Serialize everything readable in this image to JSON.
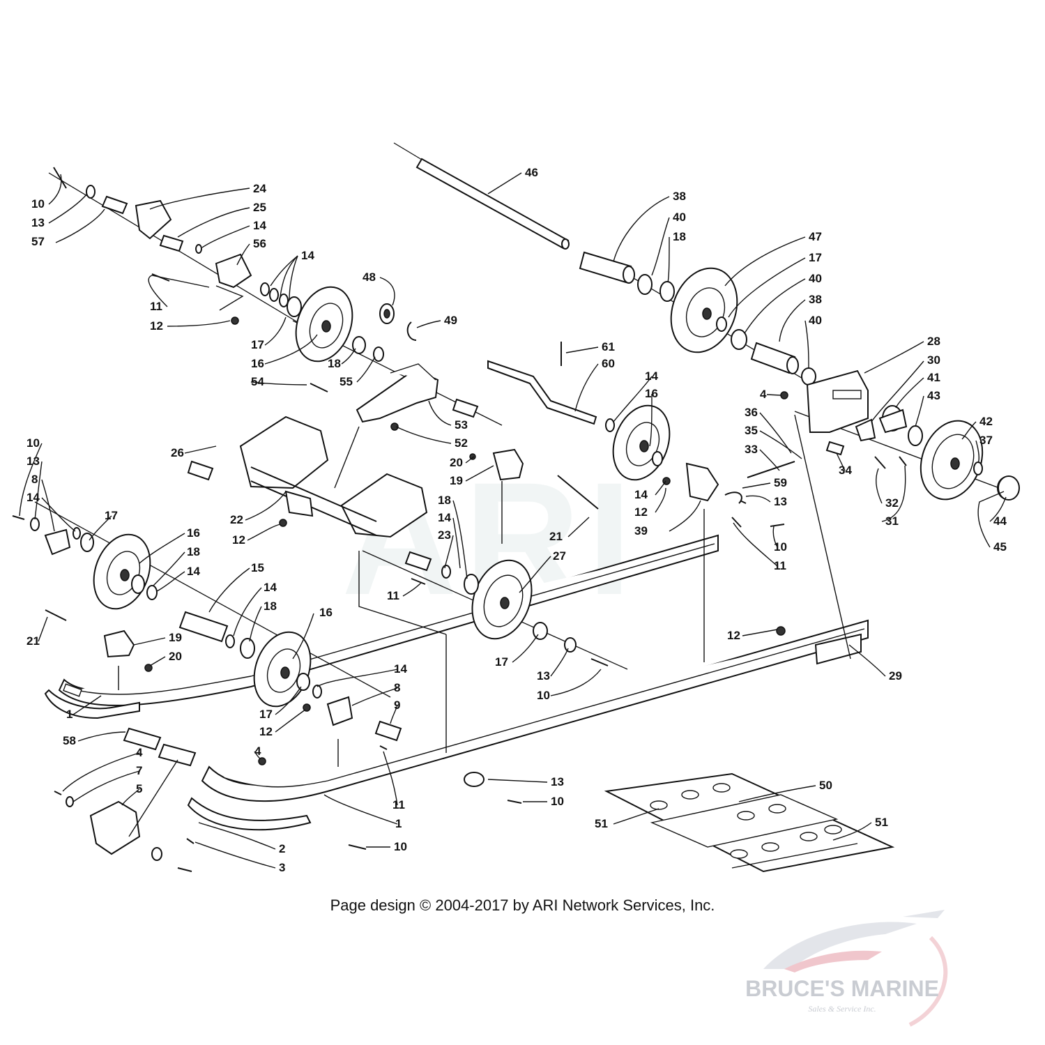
{
  "callouts": [
    {
      "id": "c1",
      "label": "10"
    },
    {
      "id": "c2",
      "label": "13"
    },
    {
      "id": "c3",
      "label": "57"
    },
    {
      "id": "c4",
      "label": "24"
    },
    {
      "id": "c5",
      "label": "25"
    },
    {
      "id": "c6",
      "label": "14"
    },
    {
      "id": "c7",
      "label": "56"
    },
    {
      "id": "c8",
      "label": "14"
    },
    {
      "id": "c9",
      "label": "11"
    },
    {
      "id": "c10",
      "label": "12"
    },
    {
      "id": "c11",
      "label": "17"
    },
    {
      "id": "c12",
      "label": "16"
    },
    {
      "id": "c13",
      "label": "48"
    },
    {
      "id": "c14",
      "label": "49"
    },
    {
      "id": "c15",
      "label": "18"
    },
    {
      "id": "c16",
      "label": "55"
    },
    {
      "id": "c17",
      "label": "54"
    },
    {
      "id": "c18",
      "label": "53"
    },
    {
      "id": "c19",
      "label": "52"
    },
    {
      "id": "c20",
      "label": "46"
    },
    {
      "id": "c21",
      "label": "38"
    },
    {
      "id": "c22",
      "label": "40"
    },
    {
      "id": "c23",
      "label": "18"
    },
    {
      "id": "c24",
      "label": "47"
    },
    {
      "id": "c25",
      "label": "17"
    },
    {
      "id": "c26",
      "label": "40"
    },
    {
      "id": "c27",
      "label": "38"
    },
    {
      "id": "c28",
      "label": "40"
    },
    {
      "id": "c29",
      "label": "28"
    },
    {
      "id": "c30",
      "label": "30"
    },
    {
      "id": "c31",
      "label": "41"
    },
    {
      "id": "c32",
      "label": "43"
    },
    {
      "id": "c33",
      "label": "42"
    },
    {
      "id": "c34",
      "label": "37"
    },
    {
      "id": "c35",
      "label": "44"
    },
    {
      "id": "c36",
      "label": "45"
    },
    {
      "id": "c37",
      "label": "4"
    },
    {
      "id": "c38",
      "label": "36"
    },
    {
      "id": "c39",
      "label": "35"
    },
    {
      "id": "c40",
      "label": "33"
    },
    {
      "id": "c41",
      "label": "34"
    },
    {
      "id": "c42",
      "label": "32"
    },
    {
      "id": "c43",
      "label": "31"
    },
    {
      "id": "c44",
      "label": "61"
    },
    {
      "id": "c45",
      "label": "60"
    },
    {
      "id": "c46",
      "label": "14"
    },
    {
      "id": "c47",
      "label": "16"
    },
    {
      "id": "c48",
      "label": "59"
    },
    {
      "id": "c49",
      "label": "13"
    },
    {
      "id": "c50",
      "label": "14"
    },
    {
      "id": "c51",
      "label": "12"
    },
    {
      "id": "c52",
      "label": "39"
    },
    {
      "id": "c53",
      "label": "10"
    },
    {
      "id": "c54",
      "label": "11"
    },
    {
      "id": "c55",
      "label": "26"
    },
    {
      "id": "c56",
      "label": "20"
    },
    {
      "id": "c57",
      "label": "19"
    },
    {
      "id": "c58",
      "label": "22"
    },
    {
      "id": "c59",
      "label": "12"
    },
    {
      "id": "c60",
      "label": "18"
    },
    {
      "id": "c61",
      "label": "14"
    },
    {
      "id": "c62",
      "label": "23"
    },
    {
      "id": "c63",
      "label": "21"
    },
    {
      "id": "c64",
      "label": "27"
    },
    {
      "id": "c65",
      "label": "11"
    },
    {
      "id": "c66",
      "label": "10"
    },
    {
      "id": "c67",
      "label": "13"
    },
    {
      "id": "c68",
      "label": "8"
    },
    {
      "id": "c69",
      "label": "14"
    },
    {
      "id": "c70",
      "label": "17"
    },
    {
      "id": "c71",
      "label": "16"
    },
    {
      "id": "c72",
      "label": "18"
    },
    {
      "id": "c73",
      "label": "14"
    },
    {
      "id": "c74",
      "label": "15"
    },
    {
      "id": "c75",
      "label": "14"
    },
    {
      "id": "c76",
      "label": "18"
    },
    {
      "id": "c77",
      "label": "16"
    },
    {
      "id": "c78",
      "label": "21"
    },
    {
      "id": "c79",
      "label": "19"
    },
    {
      "id": "c80",
      "label": "20"
    },
    {
      "id": "c81",
      "label": "17"
    },
    {
      "id": "c82",
      "label": "13"
    },
    {
      "id": "c83",
      "label": "10"
    },
    {
      "id": "c84",
      "label": "12"
    },
    {
      "id": "c85",
      "label": "29"
    },
    {
      "id": "c86",
      "label": "1"
    },
    {
      "id": "c87",
      "label": "58"
    },
    {
      "id": "c88",
      "label": "17"
    },
    {
      "id": "c89",
      "label": "12"
    },
    {
      "id": "c90",
      "label": "14"
    },
    {
      "id": "c91",
      "label": "8"
    },
    {
      "id": "c92",
      "label": "9"
    },
    {
      "id": "c93",
      "label": "4"
    },
    {
      "id": "c94",
      "label": "4"
    },
    {
      "id": "c95",
      "label": "7"
    },
    {
      "id": "c96",
      "label": "5"
    },
    {
      "id": "c97",
      "label": "11"
    },
    {
      "id": "c98",
      "label": "13"
    },
    {
      "id": "c99",
      "label": "10"
    },
    {
      "id": "c100",
      "label": "1"
    },
    {
      "id": "c101",
      "label": "2"
    },
    {
      "id": "c102",
      "label": "3"
    },
    {
      "id": "c103",
      "label": "10"
    },
    {
      "id": "c104",
      "label": "50"
    },
    {
      "id": "c105",
      "label": "51"
    },
    {
      "id": "c106",
      "label": "51"
    }
  ],
  "copyright": "Page design © 2004-2017 by ARI Network Services, Inc.",
  "watermark": "ARI",
  "logo": {
    "name": "BRUCE'S MARINE",
    "tagline": "Sales & Service Inc."
  },
  "colors": {
    "line": "#111111",
    "background": "#ffffff",
    "logo": "#c9ccd2",
    "logo_accent": "#e8a0a8"
  }
}
